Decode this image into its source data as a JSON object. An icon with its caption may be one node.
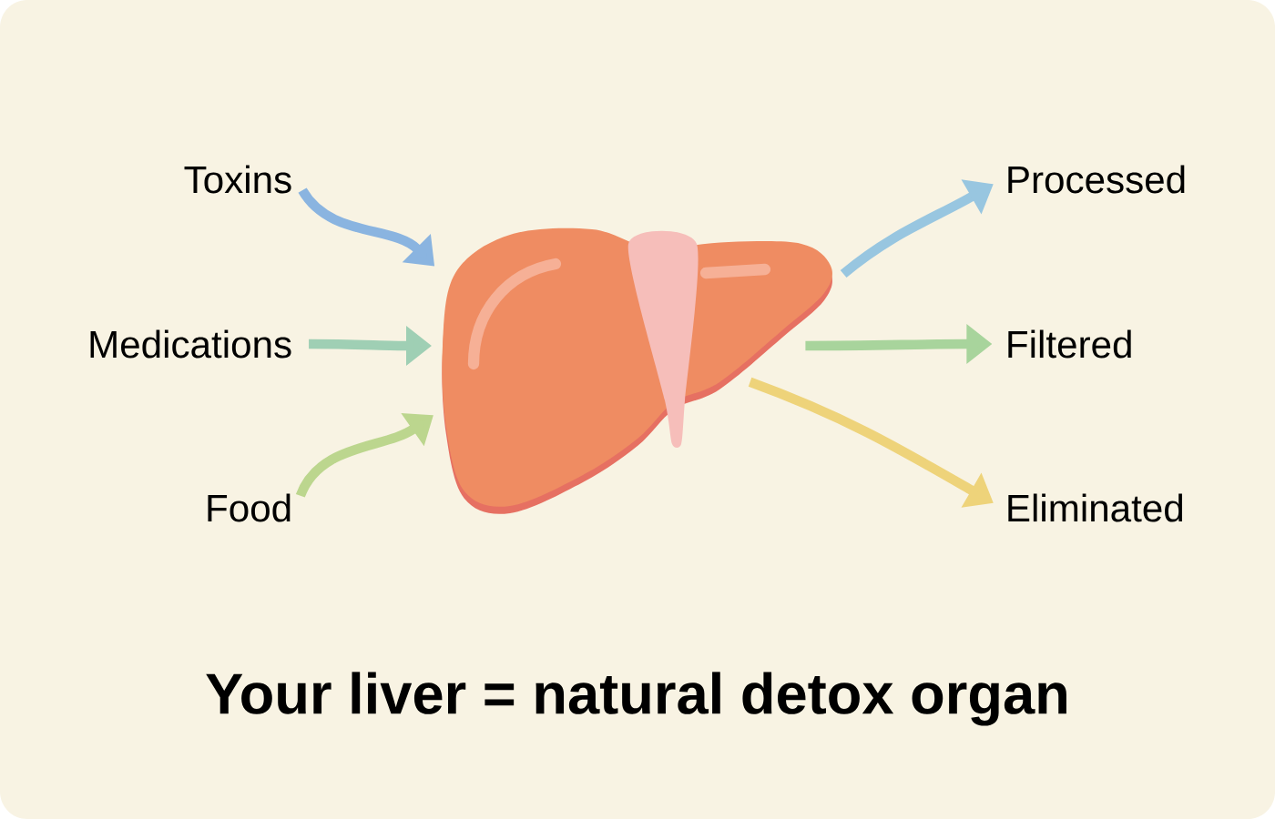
{
  "diagram": {
    "title": "Your liver = natural detox organ",
    "nodes": [
      {
        "text": [
          "Toxins"
        ]
      },
      {
        "text": [
          "Medications"
        ]
      },
      {
        "text": [
          "Food"
        ]
      },
      {
        "text": [],
        "shape": "picture"
      },
      {
        "text": [
          "Processed"
        ]
      },
      {
        "text": [
          "Filtered"
        ]
      },
      {
        "text": [
          "Eliminated"
        ]
      }
    ],
    "edges": [
      {
        "from": 0,
        "to": 3,
        "arrow": "to",
        "color": "#8ab4e0"
      },
      {
        "from": 1,
        "to": 3,
        "arrow": "to",
        "color": "#9fcfb4"
      },
      {
        "from": 2,
        "to": 3,
        "arrow": "to",
        "color": "#bcd68e"
      },
      {
        "from": 3,
        "to": 4,
        "arrow": "to",
        "color": "#98c6e0"
      },
      {
        "from": 3,
        "to": 5,
        "arrow": "to",
        "color": "#a8d49c"
      },
      {
        "from": 3,
        "to": 6,
        "arrow": "to",
        "color": "#eed37a"
      }
    ]
  }
}
